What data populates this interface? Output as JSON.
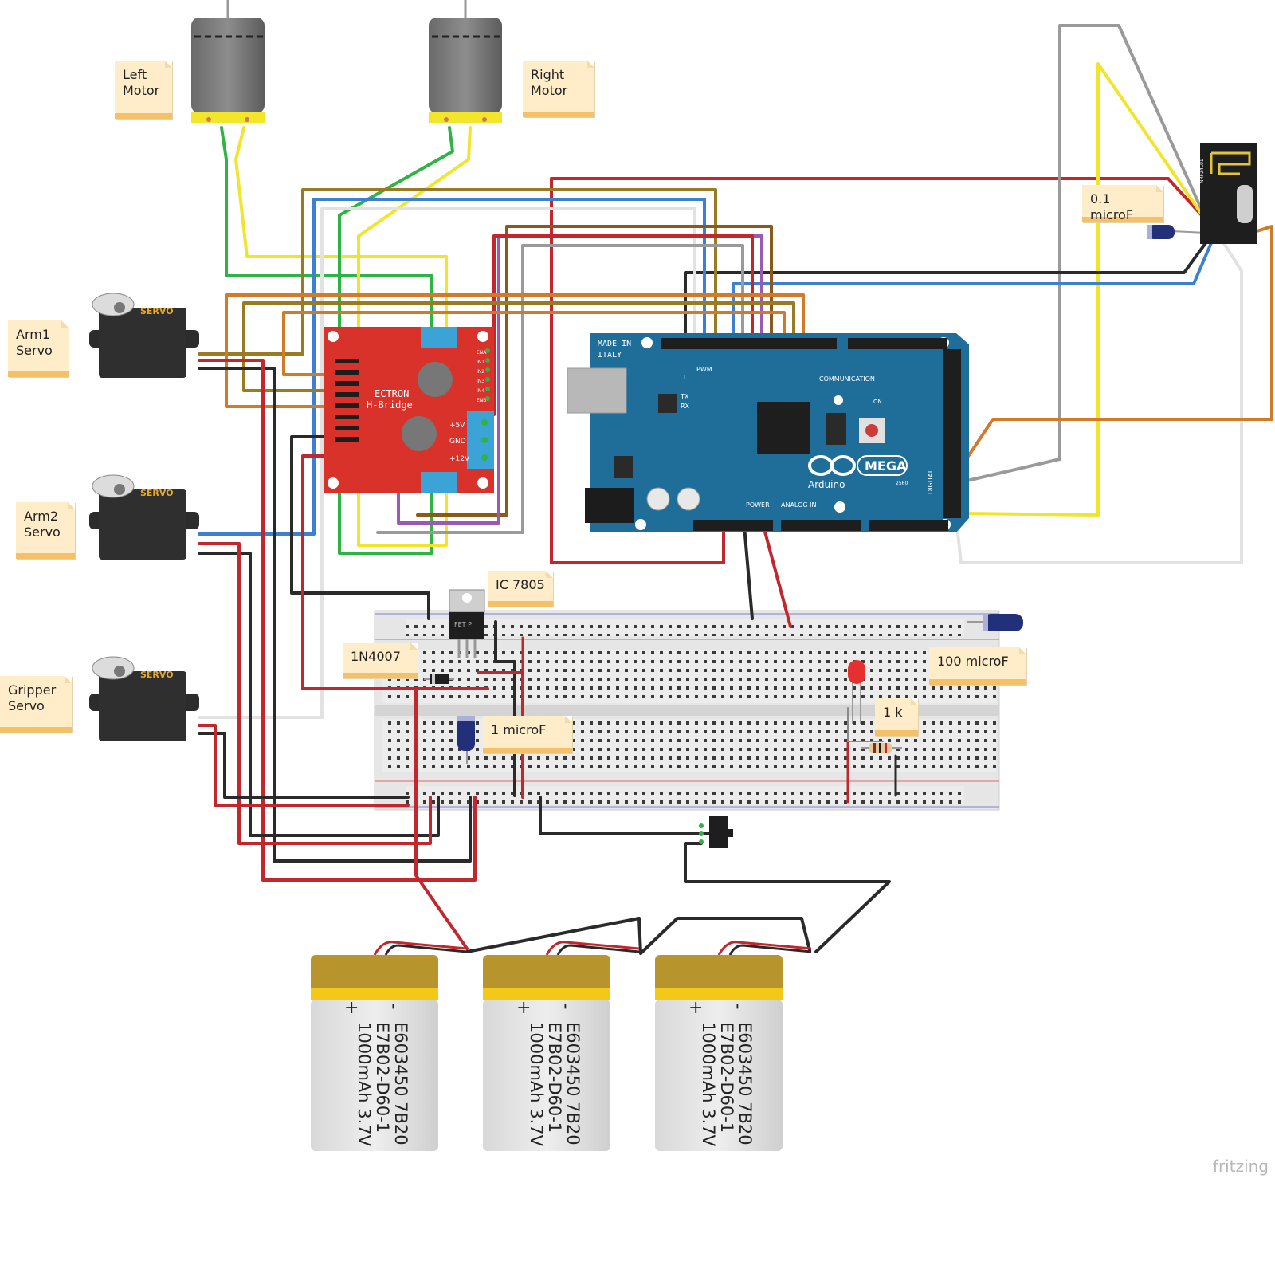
{
  "notes": {
    "left_motor": "Left\nMotor",
    "right_motor": "Right\nMotor",
    "arm1_servo": "Arm1\nServo",
    "arm2_servo": "Arm2\nServo",
    "gripper_servo": "Gripper\nServo",
    "ic_7805": "IC 7805",
    "diode": "1N4007",
    "cap_1uf": "1 microF",
    "cap_100uf": "100 microF",
    "cap_01uf": "0.1 microF",
    "resistor_1k": "1 k"
  },
  "servo_label": "SERVO",
  "hbridge": {
    "line1": "ECTRON",
    "line2": "H-Bridge",
    "pin_5v": "+5V",
    "pin_gnd": "GND",
    "pin_12v": "+12V",
    "pins": [
      "ENA",
      "IN1",
      "IN2",
      "IN3",
      "IN4",
      "ENB"
    ]
  },
  "arduino": {
    "made_in": "MADE IN",
    "italy": "ITALY",
    "pwm": "PWM",
    "communication": "COMMUNICATION",
    "tx": "TX",
    "rx": "RX",
    "l": "L",
    "on": "ON",
    "power": "POWER",
    "analog_in": "ANALOG IN",
    "digital": "DIGITAL",
    "mega": "MEGA",
    "brand": "Arduino",
    "model": "2560"
  },
  "regulator_label": "FET P",
  "radio_label": "NRF24L01",
  "batteries": [
    {
      "polarity_plus": "+",
      "polarity_minus": "-",
      "text": "E603450 7B20\nE7B02-D60-1\n1000mAh 3.7V"
    },
    {
      "polarity_plus": "+",
      "polarity_minus": "-",
      "text": "E603450 7B20\nE7B02-D60-1\n1000mAh 3.7V"
    },
    {
      "polarity_plus": "+",
      "polarity_minus": "-",
      "text": "E603450 7B20\nE7B02-D60-1\n1000mAh 3.7V"
    }
  ],
  "watermark": "fritzing",
  "colors": {
    "wire_red": "#c1272d",
    "wire_black": "#2a2a2a",
    "wire_green": "#2fb344",
    "wire_yellow": "#f1e52c",
    "wire_blue": "#3d7fd0",
    "wire_brown": "#8a5a1c",
    "wire_orange": "#d27a2a",
    "wire_gray": "#9a9a9a",
    "wire_white": "#e9e9e9",
    "wire_purple": "#9b59b6",
    "wire_olive": "#9a7a22",
    "arduino_blue": "#1f6e9a",
    "hbridge_red": "#d9322b",
    "note_bg": "#ffecc8"
  }
}
